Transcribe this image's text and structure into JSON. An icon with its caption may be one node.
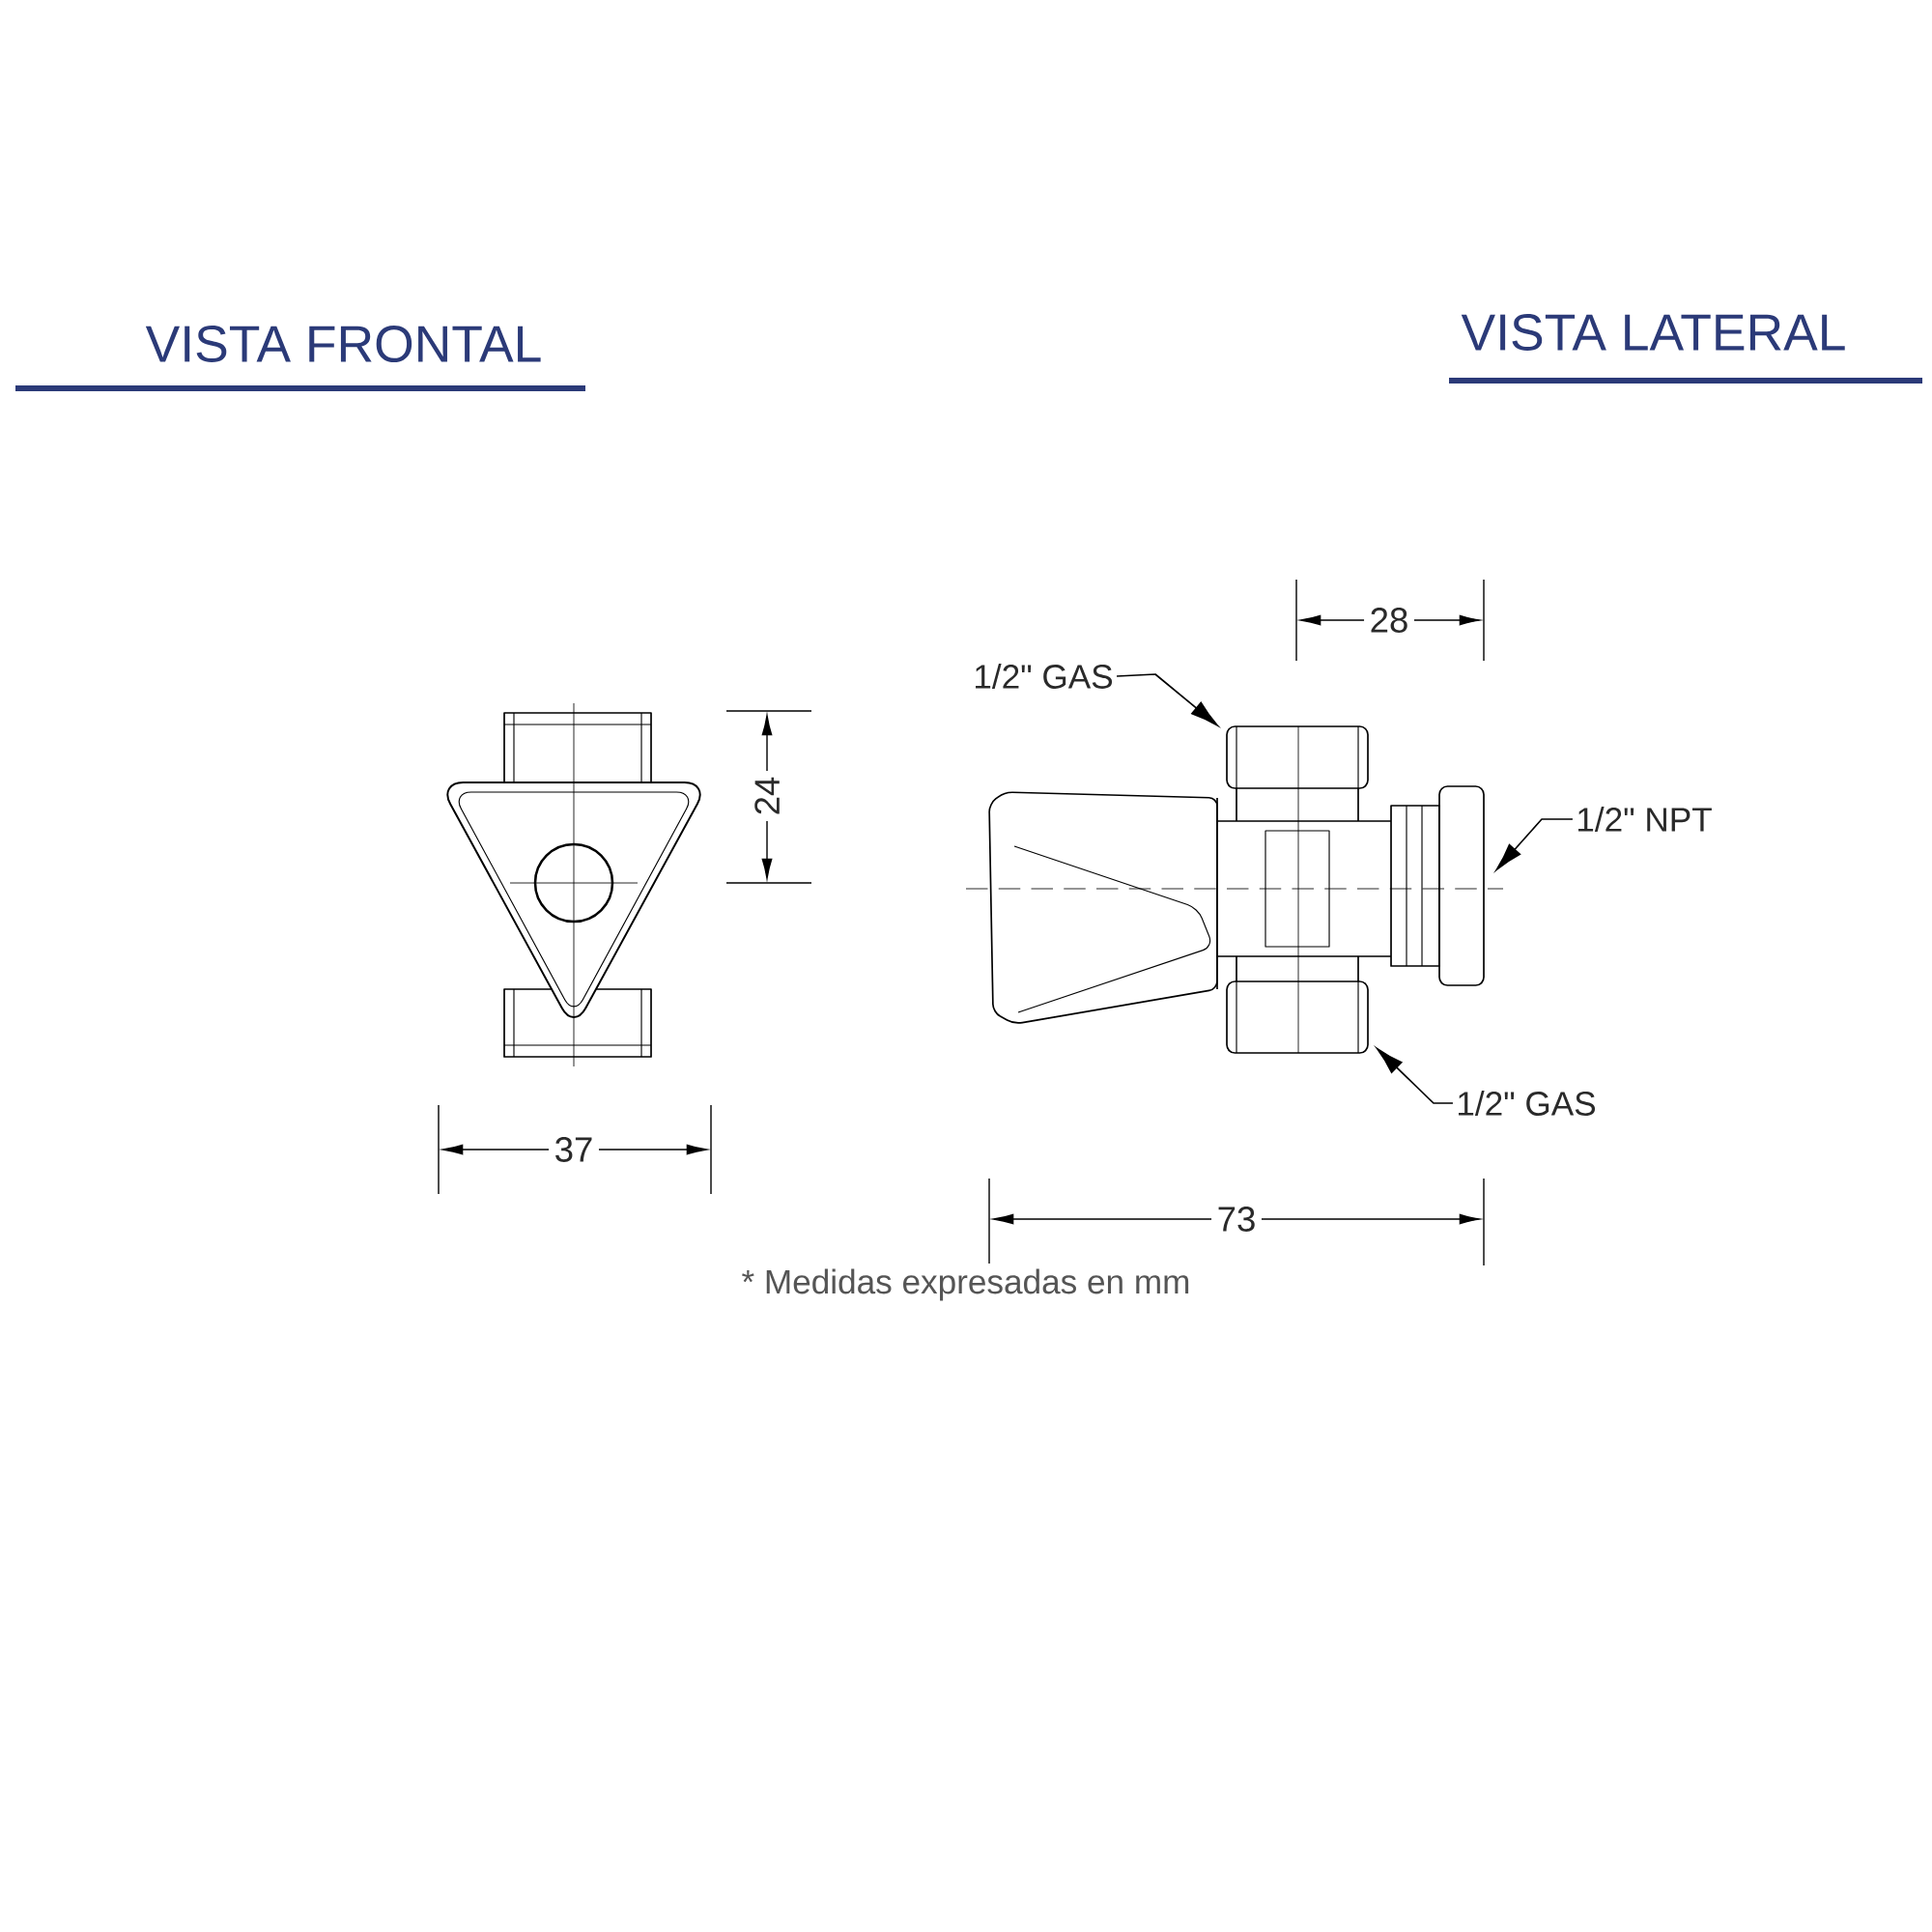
{
  "diagram": {
    "nodes": [
      {
        "text": [
          "1/2\" GAS"
        ]
      },
      {
        "text": [
          "1/2\" NPT"
        ]
      },
      {
        "text": [
          "1/2\" GAS"
        ]
      },
      {
        "text": [],
        "shape": "picture"
      }
    ],
    "edges": [
      {
        "from": 0,
        "to": 3,
        "arrow": "to"
      },
      {
        "from": 1,
        "to": 3,
        "arrow": "to"
      },
      {
        "from": 2,
        "to": 3,
        "arrow": "to"
      }
    ],
    "labels": [
      "VISTA FRONTAL",
      "VISTA LATERAL",
      "28",
      "24",
      "37",
      "73",
      "* Medidas expresadas en mm"
    ]
  }
}
